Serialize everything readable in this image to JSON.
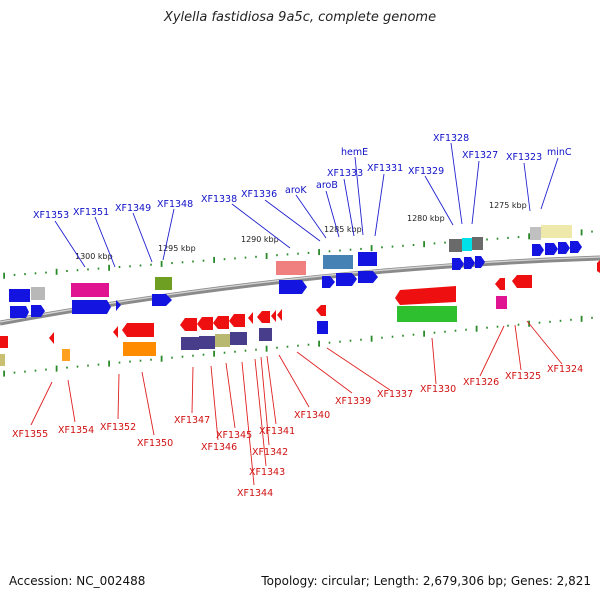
{
  "title": "Xylella fastidiosa 9a5c, complete genome",
  "footer": {
    "accession": "Accession: NC_002488",
    "summary": "Topology: circular; Length: 2,679,306 bp; Genes: 2,821"
  },
  "colors": {
    "backbone": "#8a8a8a",
    "forward_label": "#1010c8",
    "reverse_label": "#d01010",
    "tick": "#2a8a2a"
  },
  "kbp_labels": [
    "1300 kbp",
    "1295 kbp",
    "1290 kbp",
    "1285 kbp",
    "1280 kbp",
    "1275 kbp"
  ],
  "forward_labels": [
    "XF1353",
    "XF1351",
    "XF1349",
    "XF1348",
    "XF1338",
    "XF1336",
    "aroK",
    "aroB",
    "XF1333",
    "hemE",
    "XF1331",
    "XF1329",
    "XF1328",
    "XF1327",
    "XF1323",
    "minC"
  ],
  "reverse_labels": [
    "XF1355",
    "XF1354",
    "XF1352",
    "XF1350",
    "XF1347",
    "XF1346",
    "XF1345",
    "XF1344",
    "XF1343",
    "XF1342",
    "XF1341",
    "XF1340",
    "XF1339",
    "XF1337",
    "XF1330",
    "XF1326",
    "XF1325",
    "XF1324"
  ]
}
